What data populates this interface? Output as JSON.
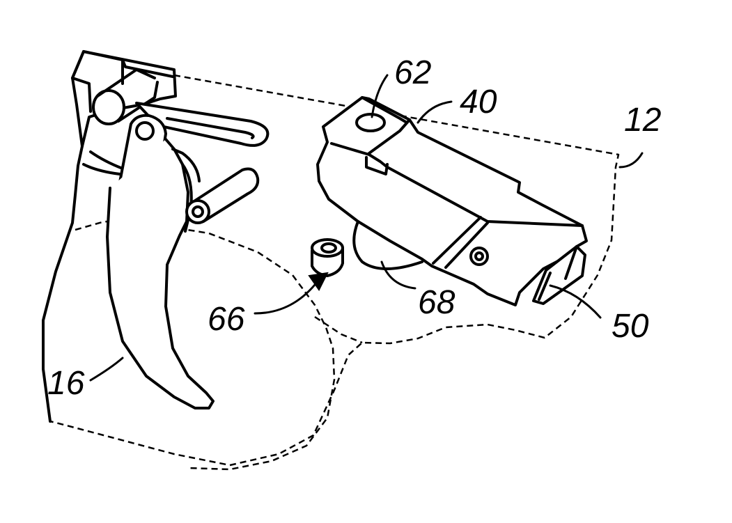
{
  "figure": {
    "labels": {
      "housing": "12",
      "trigger": "16",
      "safety_block": "40",
      "safety_button": "50",
      "bore": "62",
      "nut": "66",
      "lobe": "68"
    }
  }
}
